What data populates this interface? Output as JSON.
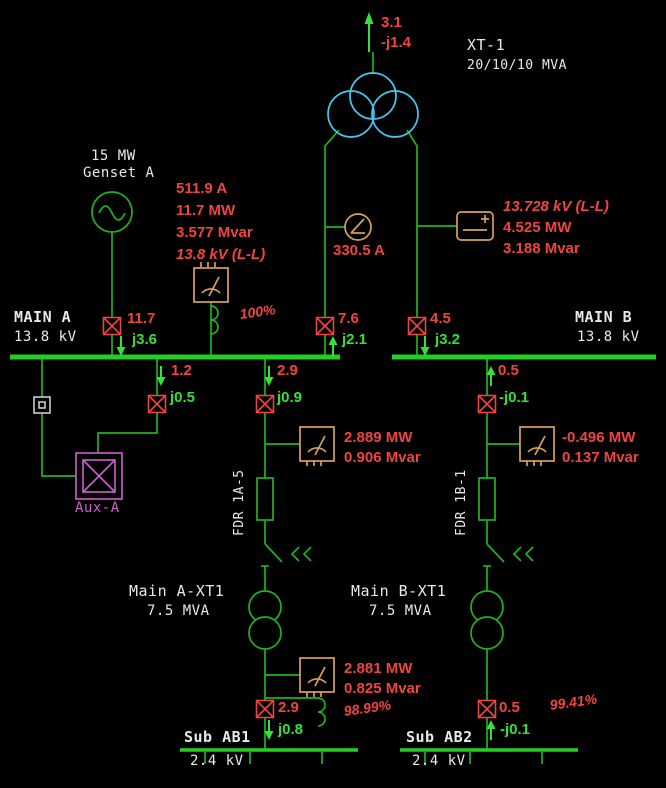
{
  "colors": {
    "background": "#000000",
    "bus_green": "#24cf24",
    "line_green": "#1db41d",
    "flow_green": "#35e03a",
    "value_red": "#ef4540",
    "label_white": "#e9e9e9",
    "transformer_cyan": "#45c6f0",
    "meter_tan": "#d8a355",
    "aux_magenta": "#cf5ecf"
  },
  "xt1": {
    "label": "XT-1",
    "rating": "20/10/10 MVA",
    "flow_p": "3.1",
    "flow_q": "-j1.4",
    "left_p": "7.6",
    "left_q": "j2.1",
    "right_p": "4.5",
    "right_q": "j3.2"
  },
  "metering": {
    "ammeter": "330.5 A",
    "volt_kv": "13.728 kV (L-L)",
    "volt_mw": "4.525 MW",
    "volt_mvar": "3.188 Mvar"
  },
  "genset": {
    "capacity": "15 MW",
    "name": "Genset A",
    "amps": "511.9 A",
    "mw": "11.7 MW",
    "mvar": "3.577 Mvar",
    "kv": "13.8 kV (L-L)",
    "flow_p": "11.7",
    "flow_q": "j3.6"
  },
  "bus_main_a": {
    "name": "MAIN A",
    "kv": "13.8 kV",
    "loading": "100%"
  },
  "bus_main_b": {
    "name": "MAIN B",
    "kv": "13.8 kV"
  },
  "aux": {
    "flow_p": "1.2",
    "flow_q": "j0.5",
    "name": "Aux-A"
  },
  "fdr_1a": {
    "name": "FDR 1A-5",
    "top_p": "2.9",
    "top_q": "j0.9",
    "meter_mw": "2.889 MW",
    "meter_mvar": "0.906 Mvar",
    "xfmr_name": "Main A-XT1",
    "xfmr_rating": "7.5 MVA",
    "out_mw": "2.881 MW",
    "out_mvar": "0.825 Mvar",
    "bottom_p": "2.9",
    "bottom_q": "j0.8"
  },
  "fdr_1b": {
    "name": "FDR 1B-1",
    "top_p": "0.5",
    "top_q": "-j0.1",
    "meter_mw": "-0.496 MW",
    "meter_mvar": "0.137 Mvar",
    "xfmr_name": "Main B-XT1",
    "xfmr_rating": "7.5 MVA",
    "bottom_p": "0.5",
    "bottom_q": "-j0.1"
  },
  "bus_sub_ab1": {
    "name": "Sub AB1",
    "kv": "2.4 kV",
    "loading": "98.99%"
  },
  "bus_sub_ab2": {
    "name": "Sub AB2",
    "kv": "2.4 kV",
    "loading": "99.41%"
  }
}
